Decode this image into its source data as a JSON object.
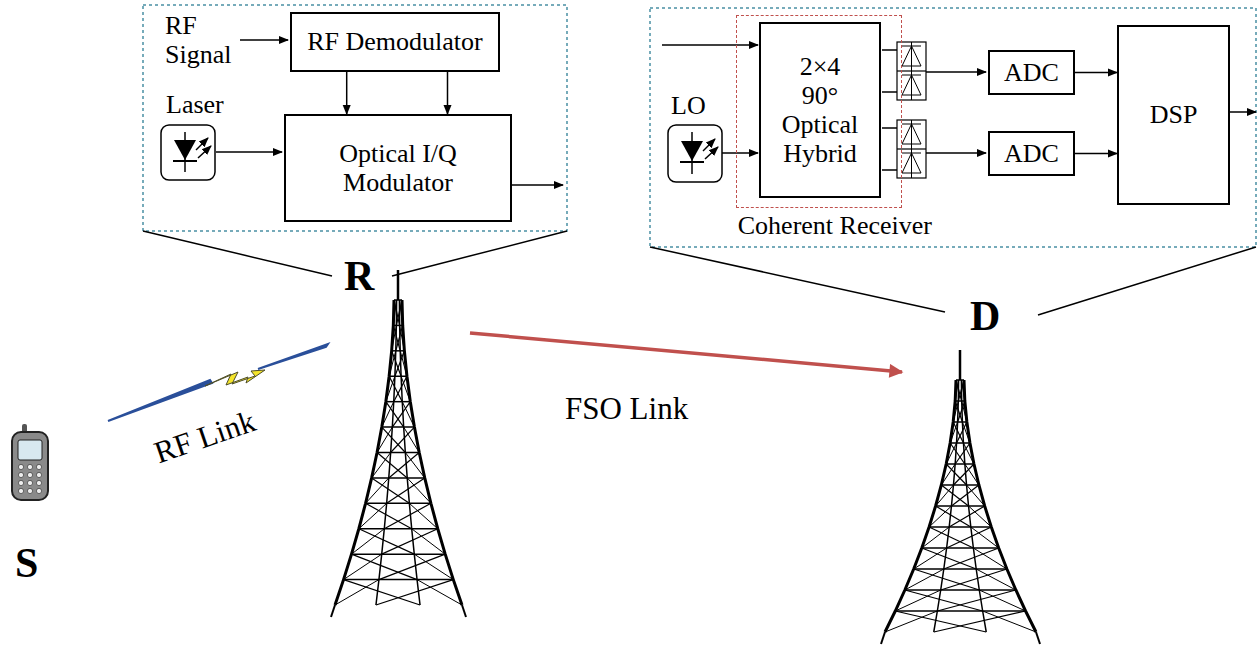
{
  "diagram": {
    "nodes": [
      {
        "text": [
          "RF Demodulator"
        ]
      },
      {
        "text": [
          "Optical I/Q Modulator"
        ]
      },
      {
        "text": [
          "Coherent Receiver"
        ]
      },
      {
        "text": [
          "2×4 90° Optical Hybrid"
        ],
        "in": 2
      },
      {
        "text": [
          "ADC"
        ]
      },
      {
        "text": [
          "ADC"
        ]
      },
      {
        "text": [
          "DSP"
        ]
      }
    ],
    "edges": [
      {
        "from": 0,
        "to": 1,
        "arrow": "to"
      },
      {
        "from": 0,
        "to": 1,
        "arrow": "to"
      },
      {
        "from": 4,
        "to": 6,
        "arrow": "to"
      },
      {
        "from": 5,
        "to": 6,
        "arrow": "to"
      }
    ],
    "labels": [
      "RF Signal",
      "Laser",
      "LO",
      "R",
      "D",
      "FSO Link",
      "RF Link",
      "S"
    ]
  }
}
